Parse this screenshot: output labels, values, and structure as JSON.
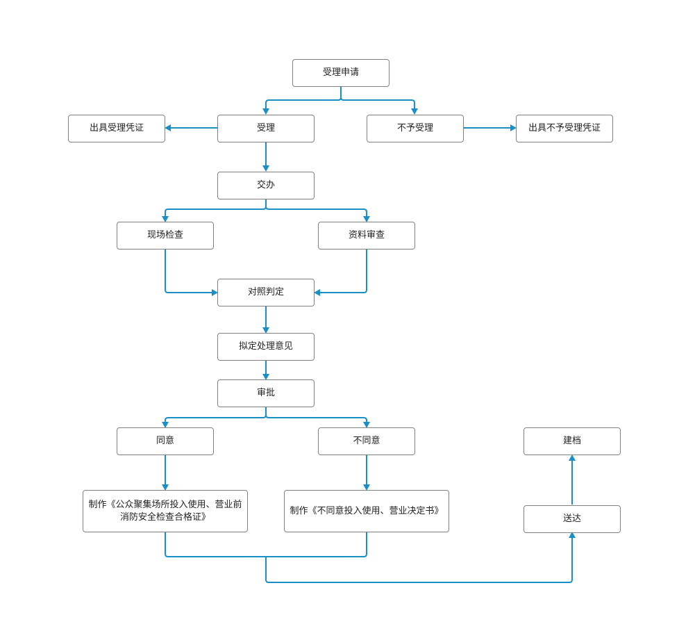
{
  "colors": {
    "edge": "#1a8fc6",
    "border": "#808080",
    "text": "#222222"
  },
  "nodes": {
    "accept_application": "受理申请",
    "issue_accept_voucher": "出具受理凭证",
    "accept": "受理",
    "not_accept": "不予受理",
    "issue_reject_voucher": "出具不予受理凭证",
    "assign": "交办",
    "site_inspection": "现场检查",
    "document_review": "资料审查",
    "compare_judge": "对照判定",
    "draft_opinion": "拟定处理意见",
    "approval": "审批",
    "agree": "同意",
    "disagree": "不同意",
    "make_certificate_line1": "制作《公众聚集场所投入使用、营业前",
    "make_certificate_line2": "消防安全检查合格证》",
    "make_rejection_decision": "制作《不同意投入使用、营业决定书》",
    "archive": "建档",
    "deliver": "送达"
  }
}
